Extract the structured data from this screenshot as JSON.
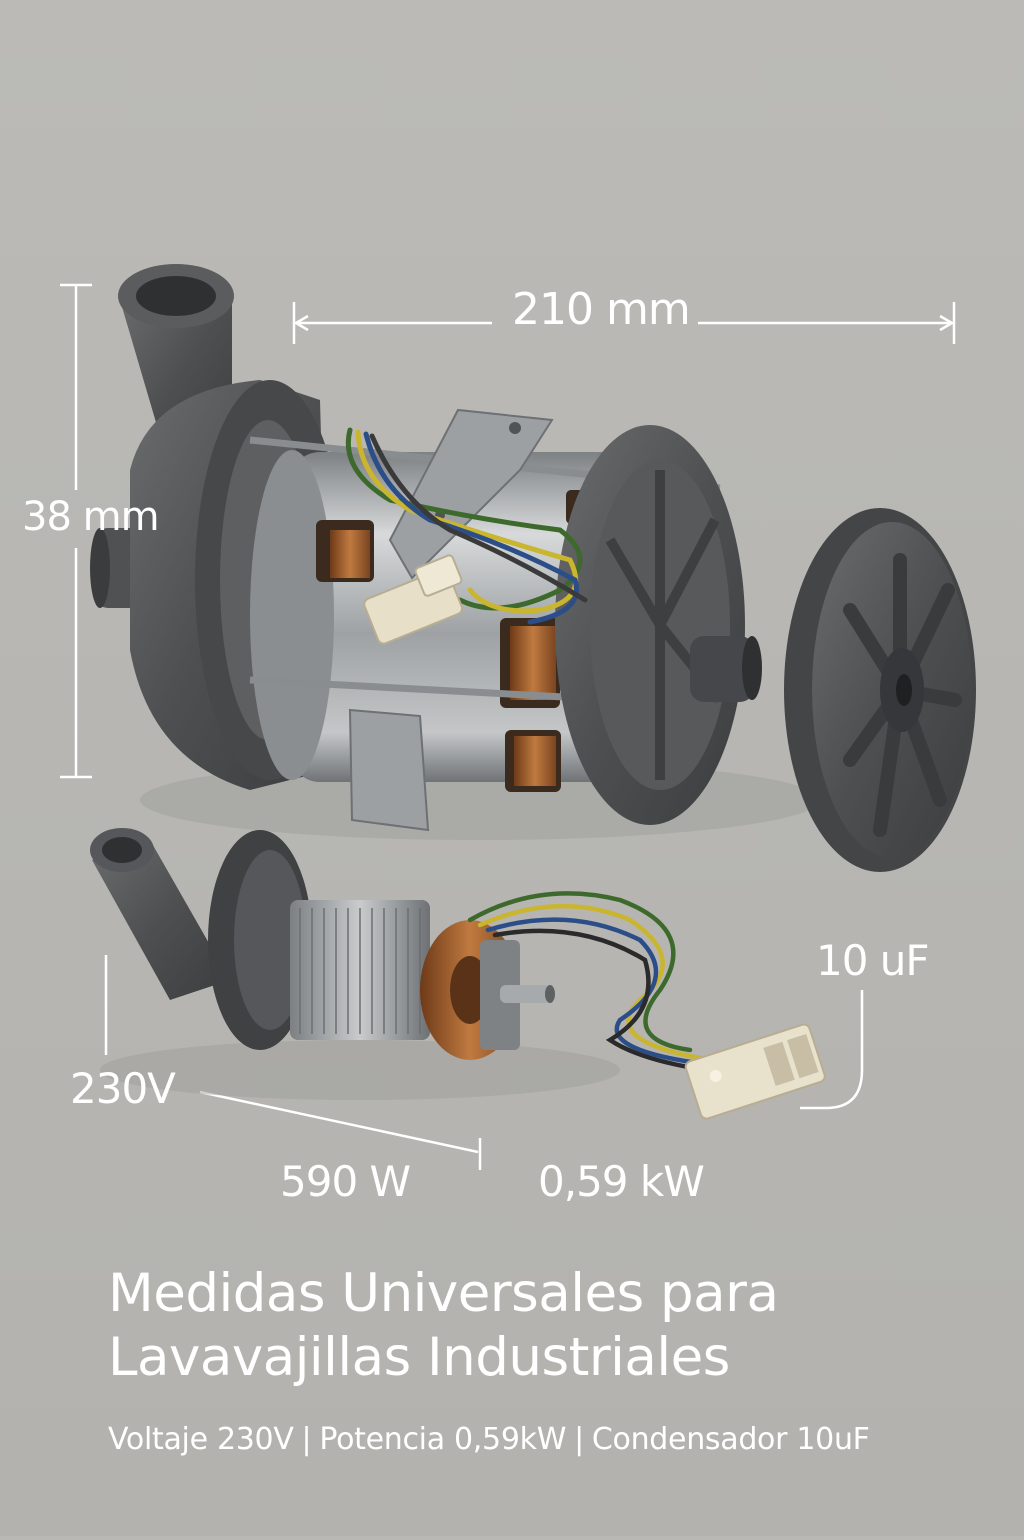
{
  "dimensions": {
    "length": "210 mm",
    "height": "38 mm",
    "capacitor": "10 uF",
    "voltage": "230V",
    "power_w": "590 W",
    "power_kw": "0,59 kW"
  },
  "title": {
    "line1": "Medidas Universales para",
    "line2": "Lavavajillas Industriales"
  },
  "specs": {
    "voltage": "Voltaje 230V",
    "power": "Potencia 0,59kW",
    "capacitor": "Condensador 10uF",
    "separator": "|"
  },
  "colors": {
    "background": "#b9b8b4",
    "text": "#ffffff",
    "plastic": "#505253",
    "metal": "#a9acae",
    "copper": "#9a5a2c"
  }
}
